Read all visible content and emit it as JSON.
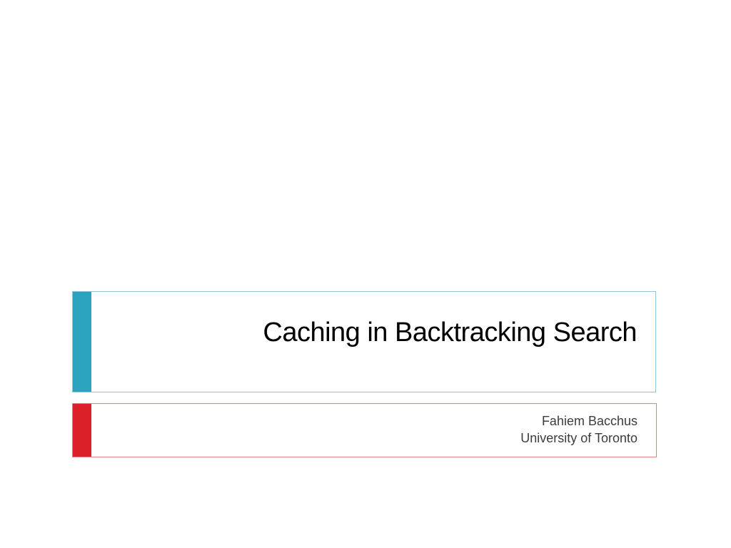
{
  "slide": {
    "title": "Caching in Backtracking Search",
    "subtitle": {
      "author": "Fahiem Bacchus",
      "affiliation": "University of Toronto"
    }
  },
  "colors": {
    "title_accent": "#2ba3bf",
    "subtitle_accent": "#da2128",
    "title_border": "#8fc6d8",
    "subtitle_border": "#e57d82"
  }
}
